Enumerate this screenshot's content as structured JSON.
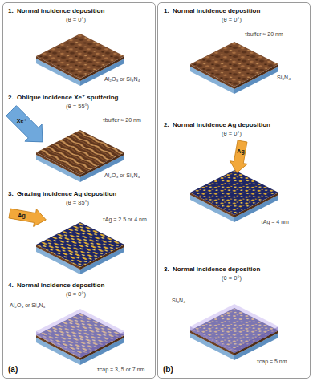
{
  "diagram": {
    "nodes": [
      {
        "text": [
          "(a)"
        ]
      },
      {
        "text": [
          "(b)"
        ]
      }
    ],
    "labels": [
      "1.",
      "Normal incidence deposition",
      "(θ = 0°)",
      "Al₂O₃ or Si₃N₄",
      "2.",
      "Oblique incidence Xe⁺ sputtering",
      "(θ = 55°)",
      "Xe⁺",
      "τbuffer ≈ 20 nm",
      "Al₂O₃ or Si₃N₄",
      "3.",
      "Grazing incidence Ag deposition",
      "(θ = 85°)",
      "Ag",
      "τAg = 2.5 or 4 nm",
      "4.",
      "Normal incidence deposition",
      "(θ = 0°)",
      "Al₂O₃ or Si₃N₄",
      "τcap = 3, 5 or 7 nm",
      "1.",
      "Normal incidence deposition",
      "(θ = 0°)",
      "τbuffer ≈ 20 nm",
      "Si₃N₄",
      "2.",
      "Normal incidence Ag deposition",
      "(θ = 0°)",
      "Ag",
      "τAg = 4 nm",
      "3.",
      "Normal incidence deposition",
      "(θ = 0°)",
      "Si₃N₄",
      "τcap = 5 nm"
    ]
  }
}
